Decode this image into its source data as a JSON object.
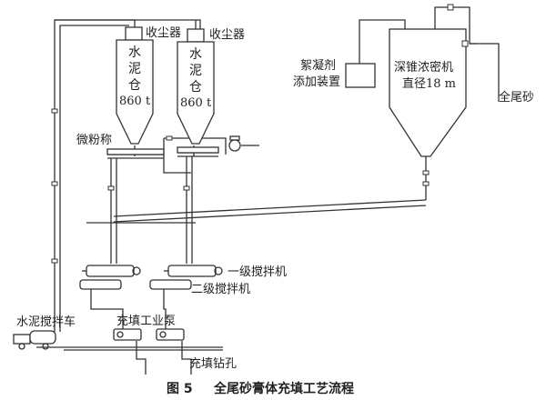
{
  "labels": {
    "dust_collector_1": "收尘器",
    "dust_collector_2": "收尘器",
    "silo_1_name": [
      "水",
      "泥",
      "仓"
    ],
    "silo_1_capacity": "860 t",
    "silo_2_name": [
      "水",
      "泥",
      "仓"
    ],
    "silo_2_capacity": "860 t",
    "flocculant_line1": "絮凝剂",
    "flocculant_line2": "添加装置",
    "thickener_line1": "深锥浓密机",
    "thickener_line2": "直径18 m",
    "full_tailings": "全尾砂",
    "powder_scale": "微粉称",
    "primary_mixer": "一级搅拌机",
    "secondary_mixer": "二级搅拌机",
    "cement_truck": "水泥搅拌车",
    "fill_pump": "充填工业泵",
    "fill_hole": "充填钻孔"
  },
  "caption": {
    "number": "图 5",
    "title": "全尾砂膏体充填工艺流程"
  }
}
